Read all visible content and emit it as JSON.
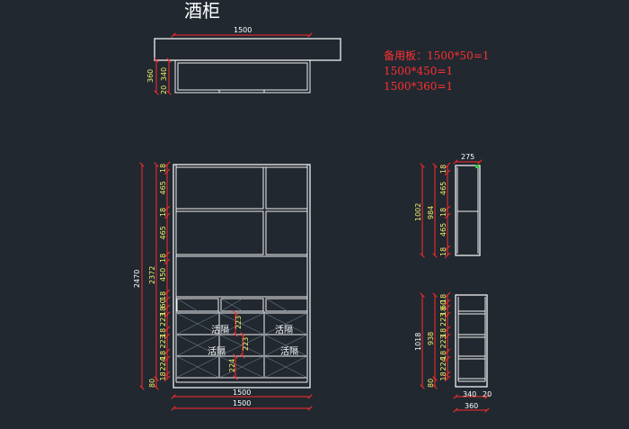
{
  "title": "酒柜",
  "notes": [
    "备用板：1500*50=1",
    "1500*450=1",
    "1500*360=1"
  ],
  "top_view": {
    "width": "1500",
    "depth": "360",
    "inner": "340",
    "edge": "20"
  },
  "front_view": {
    "overall_height": "2470",
    "body_height": "2372",
    "base": "80",
    "segments": [
      "18",
      "465",
      "18",
      "465",
      "18",
      "450",
      "18",
      "60",
      "18",
      "223",
      "18",
      "223",
      "18",
      "224",
      "18"
    ],
    "bottom_width_1": "1500",
    "bottom_width_2": "1500",
    "inner_dims": [
      "223",
      "223",
      "224"
    ],
    "shelf_labels": [
      "活隔",
      "活隔",
      "活隔",
      "活隔"
    ]
  },
  "side_upper": {
    "width": "275",
    "outer": "1002",
    "inner": "984",
    "segments": [
      "18",
      "465",
      "18",
      "465",
      "18"
    ]
  },
  "side_lower": {
    "outer": "1018",
    "inner": "938",
    "base": "80",
    "segments": [
      "18",
      "60",
      "18",
      "223",
      "18",
      "223",
      "18",
      "224",
      "18"
    ],
    "depth": "340",
    "edge": "20",
    "total_depth": "360"
  }
}
